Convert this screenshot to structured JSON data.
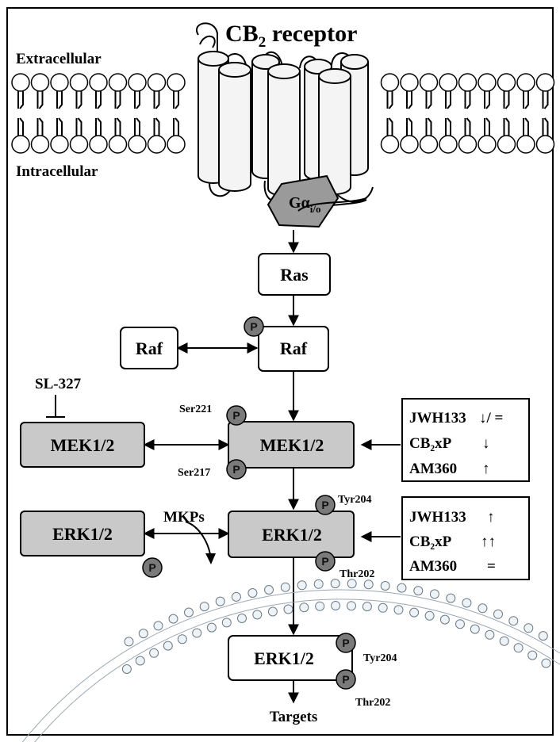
{
  "receptor": {
    "main": "CB",
    "sub": "2",
    "rest": " receptor"
  },
  "membrane": {
    "outside": "Extracellular",
    "inside": "Intracellular"
  },
  "gprotein": {
    "main": "Gα",
    "sub": "i/o"
  },
  "nodes": {
    "ras": "Ras",
    "raf_left": "Raf",
    "raf_right": "Raf",
    "mek_left": "MEK1/2",
    "mek_right": "MEK1/2",
    "erk_left": "ERK1/2",
    "erk_right": "ERK1/2",
    "erk_nuclear": "ERK1/2"
  },
  "phospho_symbol": "P",
  "sites": {
    "mek_top": "Ser221",
    "mek_bottom": "Ser217",
    "erk_top": "Tyr204",
    "erk_bottom": "Thr202",
    "nuc_top": "Tyr204",
    "nuc_bottom": "Thr202"
  },
  "inhibitor": "SL-327",
  "phosphatase": "MKPs",
  "targets": "Targets",
  "mek_effects": [
    {
      "compound": "JWH133",
      "effect": "↓/ ="
    },
    {
      "compound": "CB₂xP",
      "effect": "↓"
    },
    {
      "compound": "AM360",
      "effect": "↑"
    }
  ],
  "erk_effects": [
    {
      "compound": "JWH133",
      "effect": "↑"
    },
    {
      "compound": "CB₂xP",
      "effect": "↑↑"
    },
    {
      "compound": "AM360",
      "effect": "="
    }
  ]
}
